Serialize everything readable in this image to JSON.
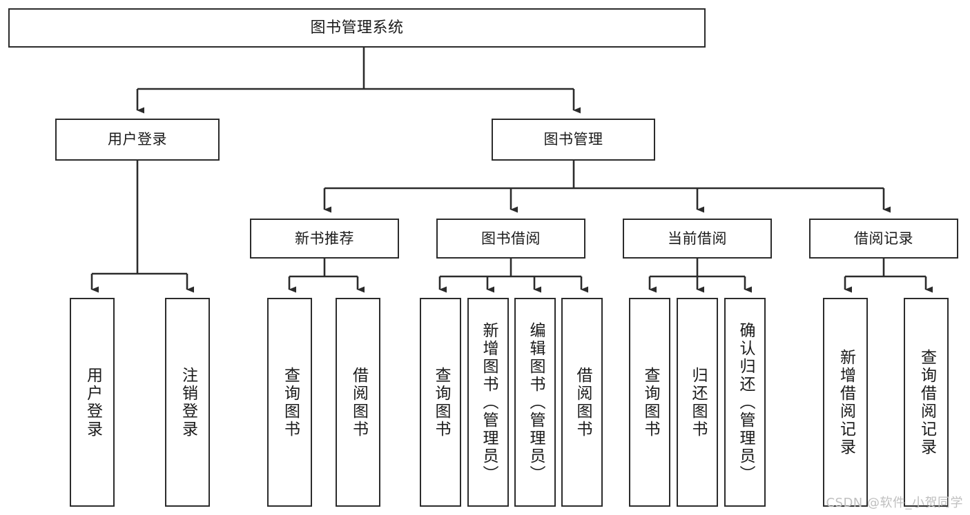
{
  "diagram": {
    "title": "图书管理系统",
    "type": "tree",
    "colors": {
      "box_border": "#2b2b2b",
      "box_fill": "#ffffff",
      "connector": "#2b2b2b",
      "text": "#1a1a1a",
      "watermark": "#bfbfbf",
      "background": "#ffffff"
    },
    "root": {
      "label": "图书管理系统"
    },
    "level2": [
      {
        "id": "user-login",
        "label": "用户登录"
      },
      {
        "id": "book-manage",
        "label": "图书管理"
      }
    ],
    "level3": [
      {
        "id": "new-book-recommend",
        "label": "新书推荐"
      },
      {
        "id": "book-borrow",
        "label": "图书借阅"
      },
      {
        "id": "current-borrow",
        "label": "当前借阅"
      },
      {
        "id": "borrow-record",
        "label": "借阅记录"
      }
    ],
    "leaves": {
      "user_login": [
        {
          "id": "leaf-user-login",
          "label": "用户登录"
        },
        {
          "id": "leaf-logout-login",
          "label": "注销登录"
        }
      ],
      "new_book_recommend": [
        {
          "id": "leaf-query-book-1",
          "label": "查询图书"
        },
        {
          "id": "leaf-borrow-book-1",
          "label": "借阅图书"
        }
      ],
      "book_borrow": [
        {
          "id": "leaf-query-book-2",
          "label": "查询图书"
        },
        {
          "id": "leaf-add-book",
          "label": "新增图书（管理员）"
        },
        {
          "id": "leaf-edit-book",
          "label": "编辑图书（管理员）"
        },
        {
          "id": "leaf-borrow-book-2",
          "label": "借阅图书"
        }
      ],
      "current_borrow": [
        {
          "id": "leaf-query-book-3",
          "label": "查询图书"
        },
        {
          "id": "leaf-return-book",
          "label": "归还图书"
        },
        {
          "id": "leaf-confirm-return",
          "label": "确认归还（管理员）"
        }
      ],
      "borrow_record": [
        {
          "id": "leaf-add-record",
          "label": "新增借阅记录"
        },
        {
          "id": "leaf-query-record",
          "label": "查询借阅记录"
        }
      ]
    }
  },
  "watermark": {
    "text": "CSDN @软件_小贺同学"
  }
}
